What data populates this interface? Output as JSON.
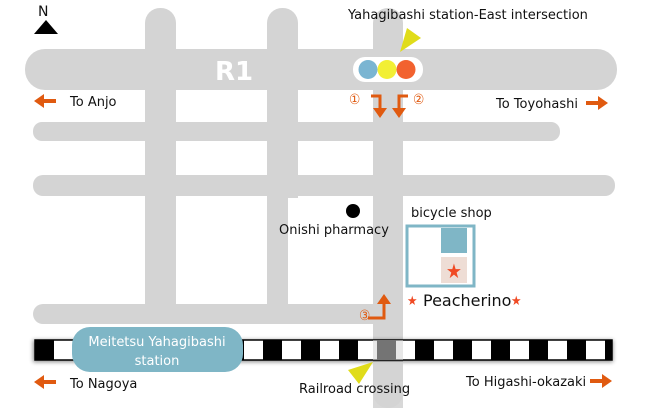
{
  "north_label": "N",
  "road_label": "R1",
  "intersection_label": "Yahagibashi station-East intersection",
  "directions": {
    "anjo": "To Anjo",
    "toyohashi": "To Toyohashi",
    "nagoya": "To Nagoya",
    "higashi_okazaki": "To Higashi-okazaki"
  },
  "route_markers": [
    "①",
    "②",
    "③"
  ],
  "pharmacy_label": "Onishi pharmacy",
  "bicycle_shop_label": "bicycle shop",
  "store_label": "Peacherino",
  "station_label": [
    "Meitetsu Yahagibashi",
    "station"
  ],
  "crossing_label": "Railroad crossing",
  "colors": {
    "road": "#d4d4d4",
    "arrow": "#e05a10",
    "station": "#7fb6c6",
    "signal_blue": "#7ab5d2",
    "signal_yellow": "#f2ef35",
    "signal_red": "#f2622f",
    "pointer": "#e0dc1a",
    "star": "#f04a24"
  }
}
